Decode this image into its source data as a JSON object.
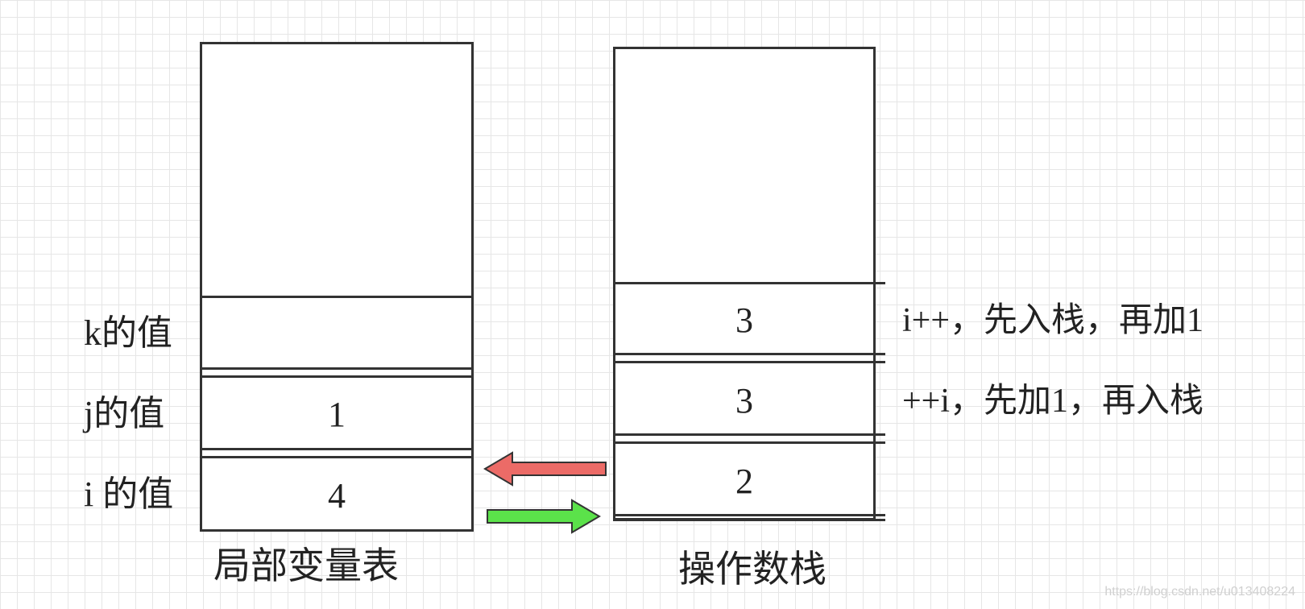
{
  "local_var_table": {
    "caption": "局部变量表",
    "rows": [
      {
        "label": "k的值",
        "value": ""
      },
      {
        "label": "j的值",
        "value": "1"
      },
      {
        "label": "i 的值",
        "value": "4"
      }
    ]
  },
  "operand_stack": {
    "caption": "操作数栈",
    "cells": [
      "3",
      "3",
      "2"
    ],
    "notes": [
      "i++，先入栈，再加1",
      "++i，先加1，再入栈"
    ]
  },
  "arrows": [
    {
      "direction": "left",
      "color": "#ec6b67"
    },
    {
      "direction": "right",
      "color": "#5be24a"
    }
  ],
  "watermark": "https://blog.csdn.net/u013408224"
}
